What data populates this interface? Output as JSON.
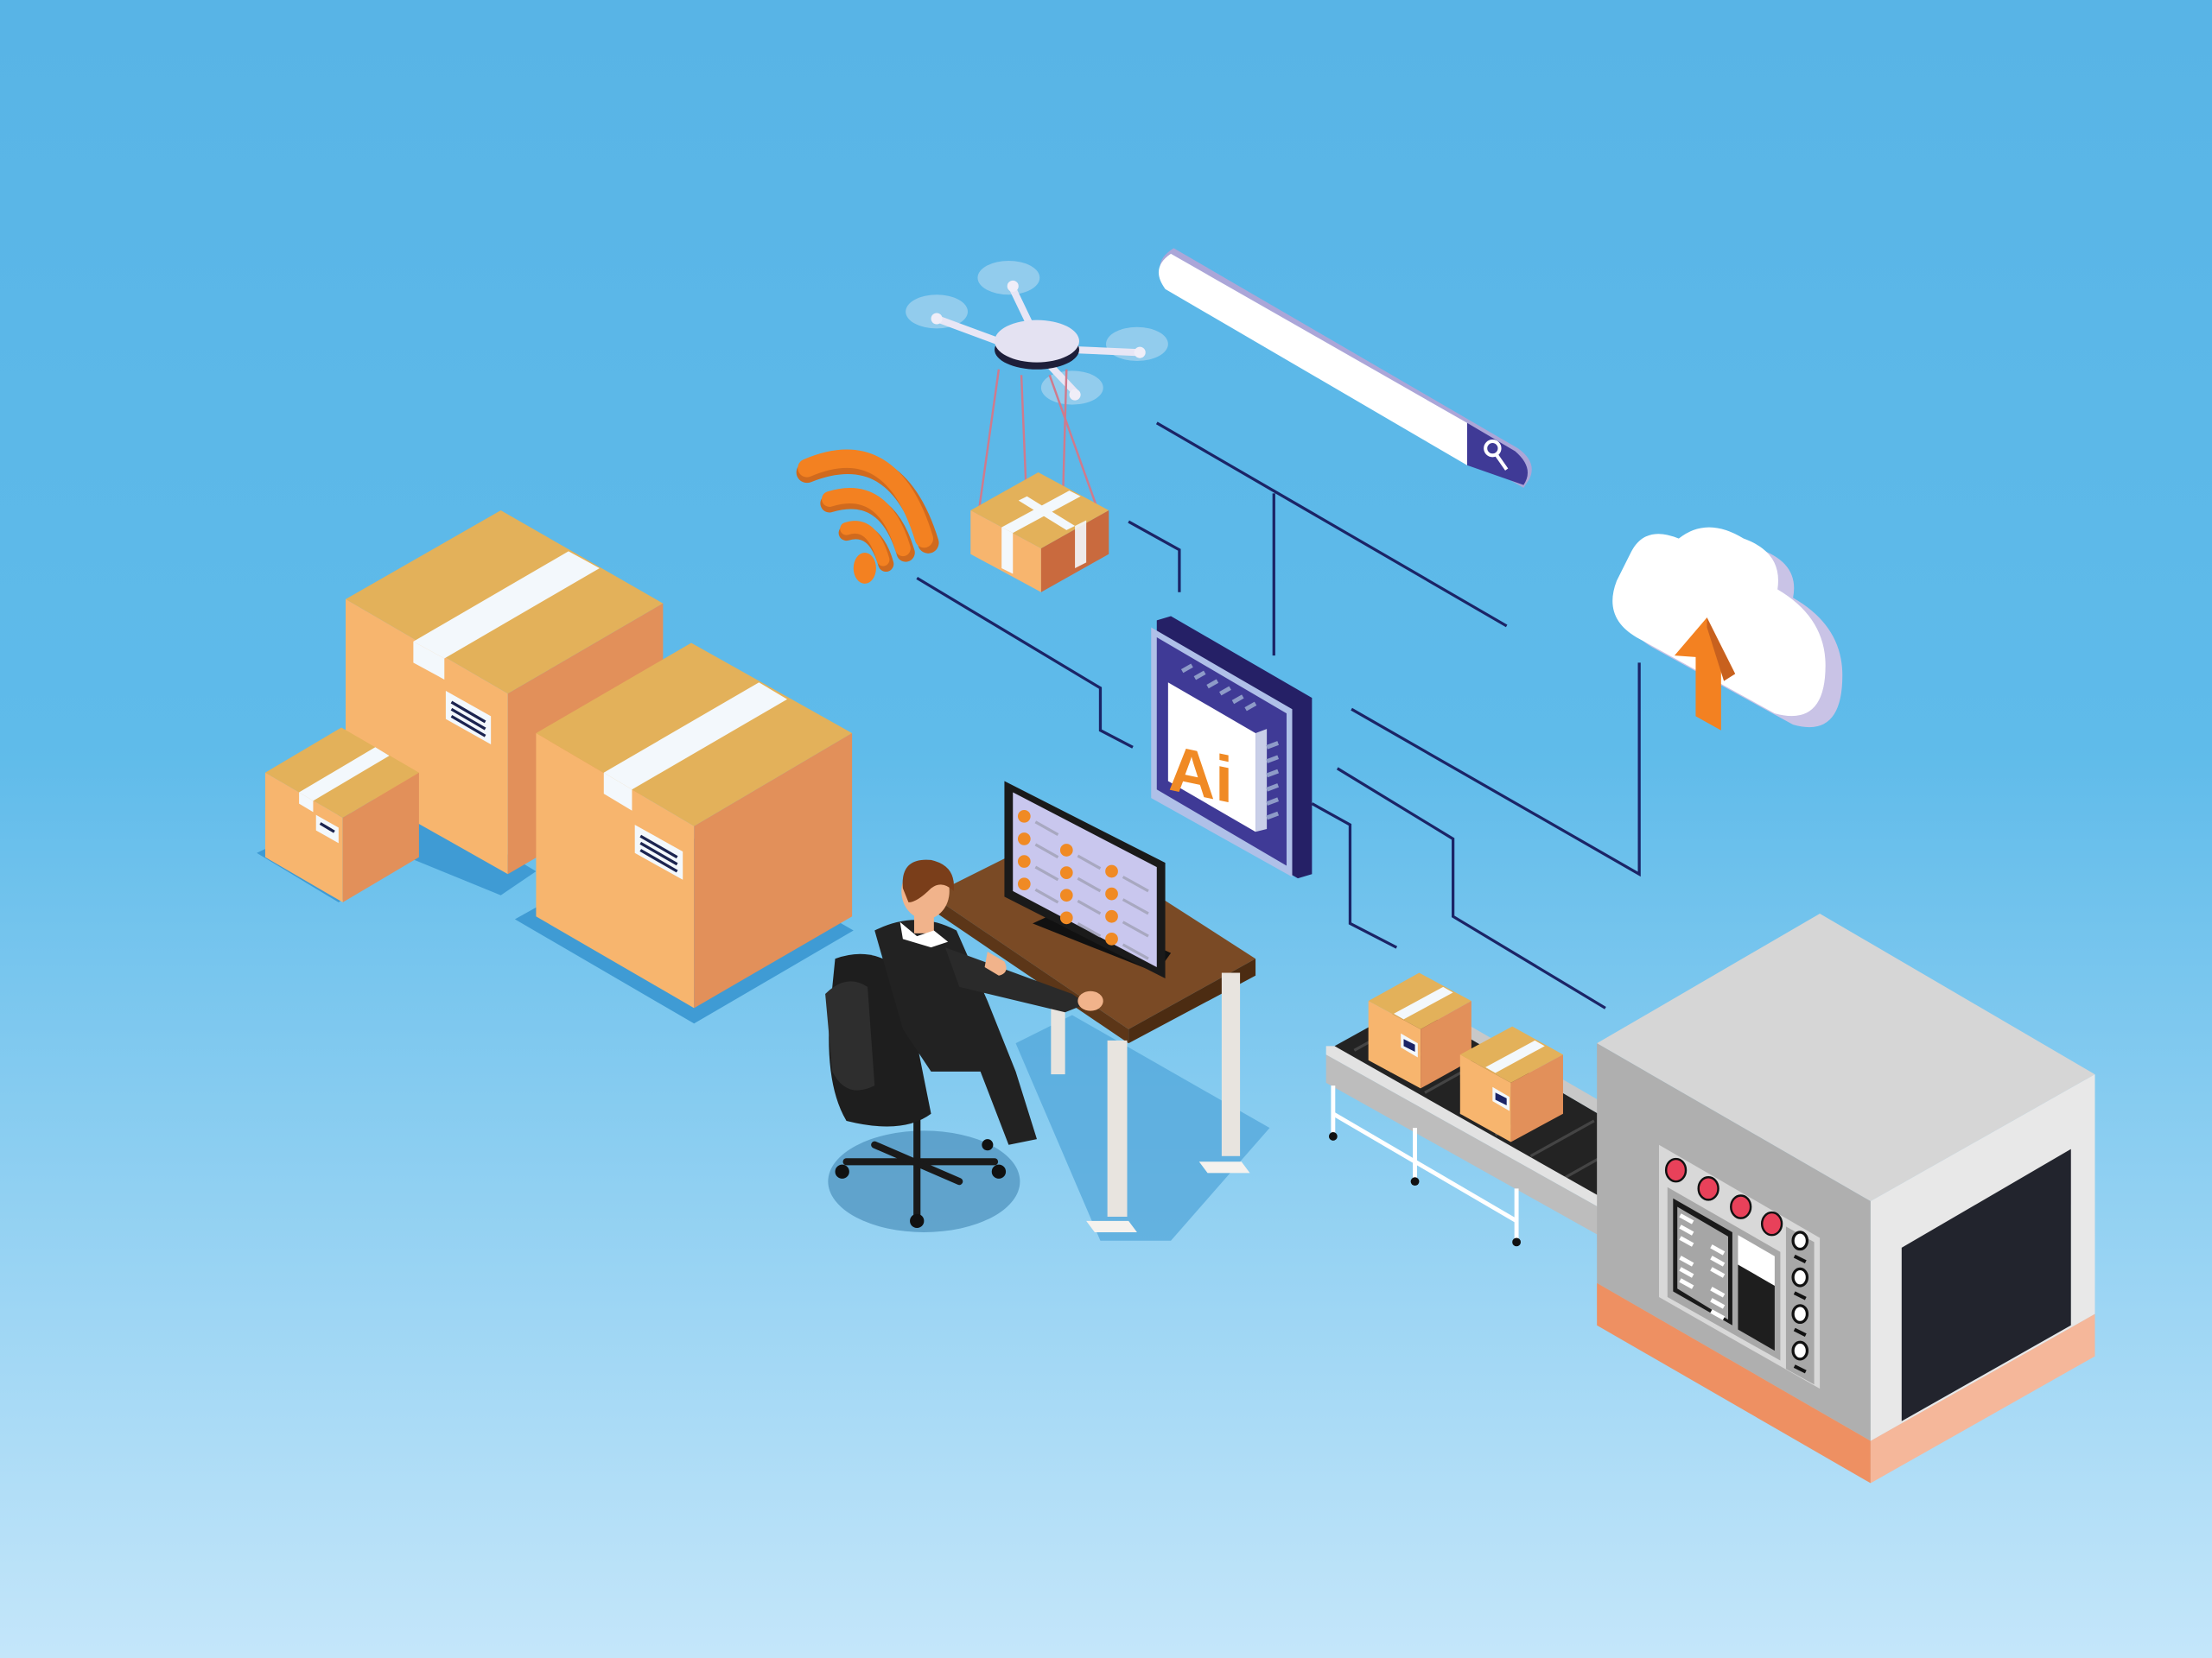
{
  "scene": {
    "description": "Isometric illustration of AI-powered logistics automation",
    "background": {
      "top": "#58B4E6",
      "bottom": "#C4E6FA"
    }
  },
  "ai_chip": {
    "label": "Ai",
    "label_color": "#F08A24",
    "frame_color": "#3F3A96"
  },
  "search_bar": {
    "placeholder": "",
    "button_color": "#3F3A96",
    "icon": "search-icon"
  },
  "cloud": {
    "icon": "cloud-upload-icon",
    "arrow_color": "#F38121"
  },
  "wifi": {
    "icon": "wifi-icon",
    "color": "#F38121"
  },
  "drone": {
    "icon": "drone-icon",
    "carrying": "parcel"
  },
  "monitor": {
    "rows": [
      {
        "checks": 1
      },
      {
        "checks": 2
      },
      {
        "checks": 3
      },
      {
        "checks": 3
      },
      {
        "checks": 2
      },
      {
        "checks": 1
      }
    ],
    "check_color": "#F08A24"
  },
  "machine": {
    "buttons": 4,
    "button_color": "#E8415A",
    "knobs": 4,
    "accent_base": "#EE9062"
  },
  "boxes": {
    "color_front": "#F7B56E",
    "color_side": "#E2905A",
    "color_top": "#E3B15A",
    "tape": "#F3F8FC"
  }
}
